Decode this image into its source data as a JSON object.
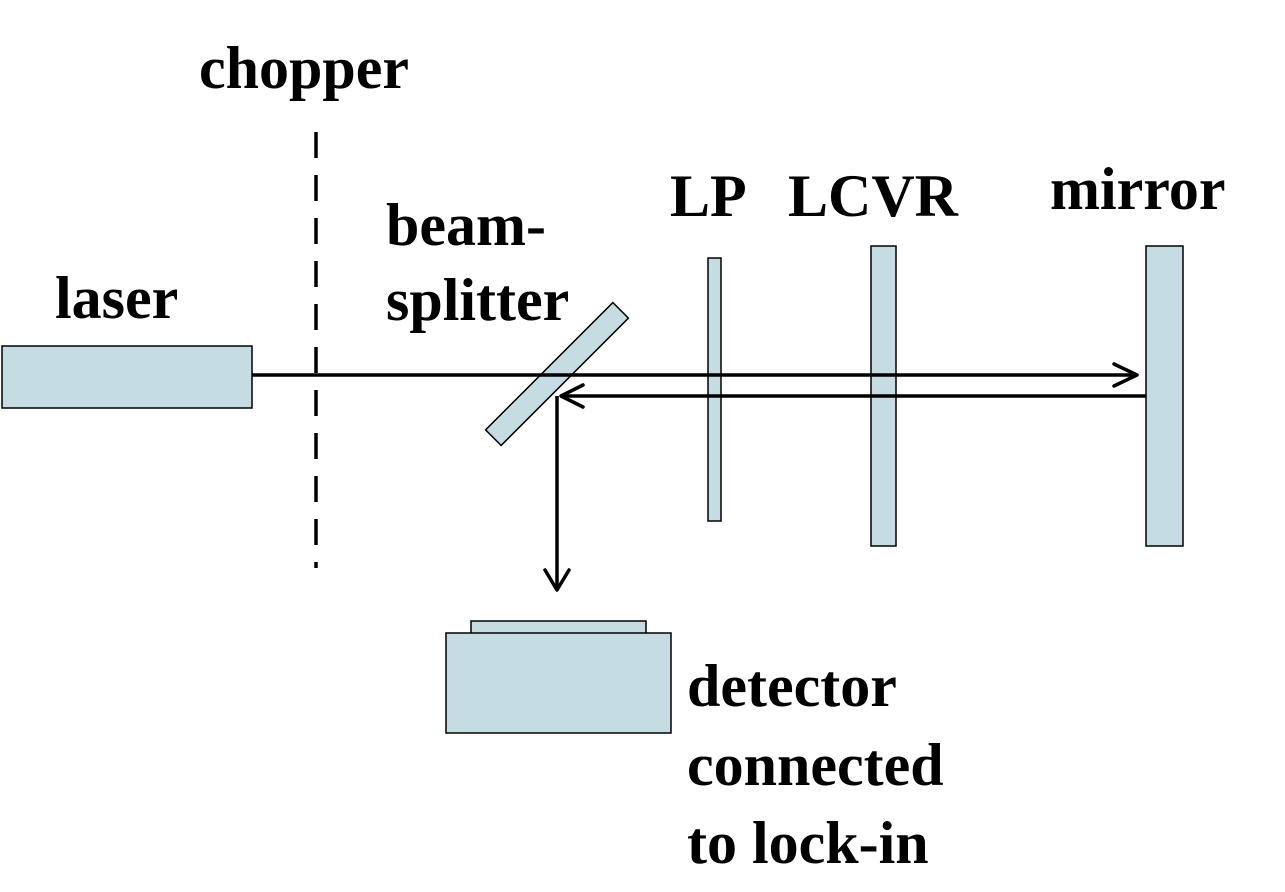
{
  "labels": {
    "chopper": "chopper",
    "laser": "laser",
    "beamsplitter_line1": "beam-",
    "beamsplitter_line2": "splitter",
    "lp": "LP",
    "lcvr": "LCVR",
    "mirror": "mirror",
    "detector_line1": "detector",
    "detector_line2": "connected",
    "detector_line3": "to lock-in"
  },
  "colors": {
    "component_fill": "#c5dde2",
    "line": "#000000",
    "background": "#ffffff"
  }
}
